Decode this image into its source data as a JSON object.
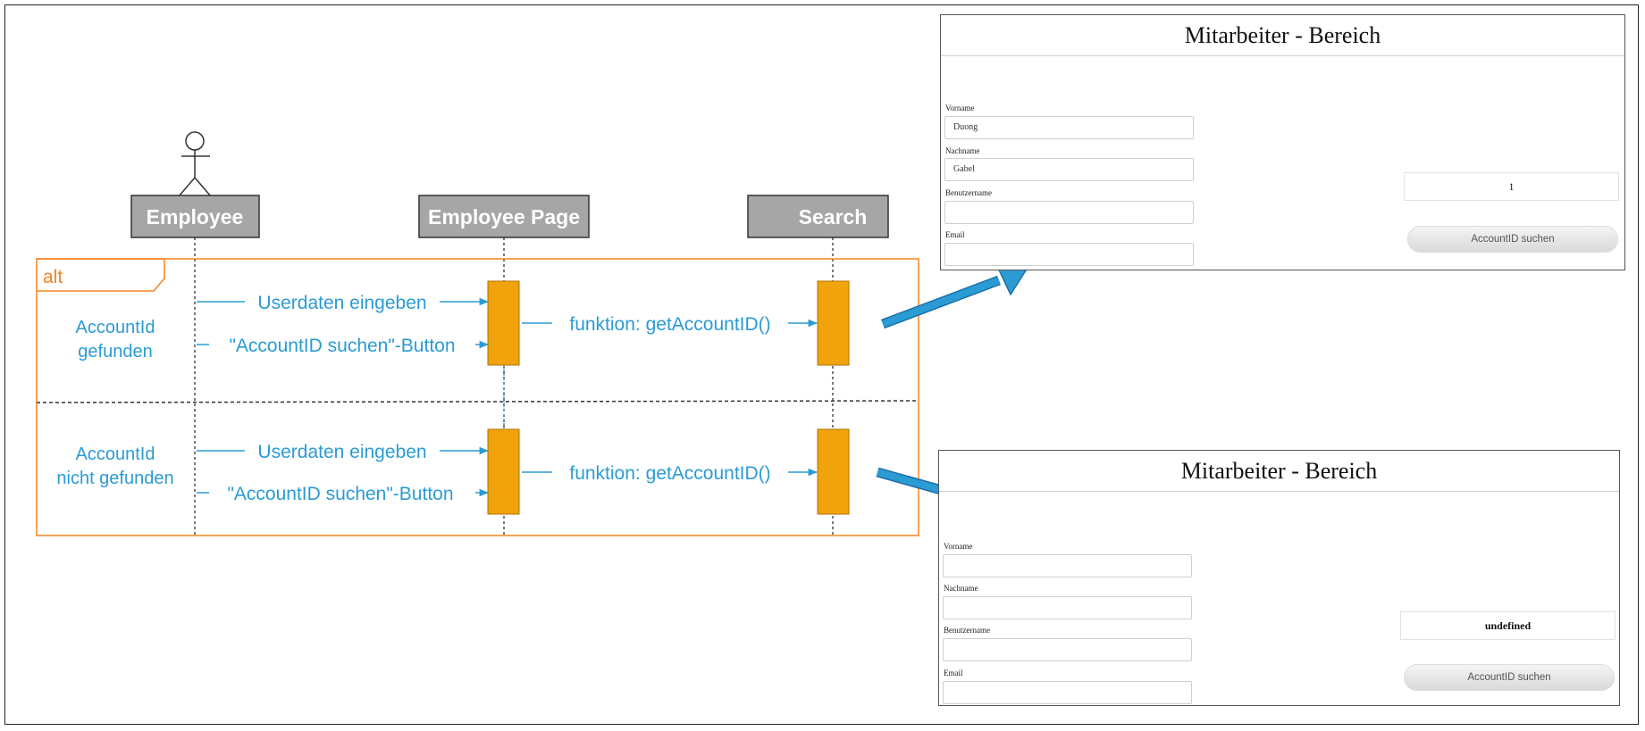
{
  "lifelines": [
    {
      "label": "Employee"
    },
    {
      "label": "Employee Page"
    },
    {
      "label": "Search"
    }
  ],
  "fragment": {
    "operator": "alt",
    "operands": [
      {
        "condition": [
          "AccountId",
          "gefunden"
        ],
        "messages": [
          {
            "text": "Userdaten eingeben"
          },
          {
            "text": "\"AccountID suchen\"-Button"
          },
          {
            "text": "funktion: getAccountID()"
          }
        ]
      },
      {
        "condition": [
          "AccountId",
          "nicht gefunden"
        ],
        "messages": [
          {
            "text": "Userdaten eingeben"
          },
          {
            "text": "\"AccountID suchen\"-Button"
          },
          {
            "text": "funktion: getAccountID()"
          }
        ]
      }
    ]
  },
  "panels": [
    {
      "title": "Mitarbeiter - Bereich",
      "fields": [
        {
          "label": "Vorname",
          "value": "Duong"
        },
        {
          "label": "Nachname",
          "value": "Gabel"
        },
        {
          "label": "Benutzername",
          "value": ""
        },
        {
          "label": "Email",
          "value": ""
        }
      ],
      "result": "1",
      "button": "AccountID suchen"
    },
    {
      "title": "Mitarbeiter - Bereich",
      "fields": [
        {
          "label": "Vorname",
          "value": ""
        },
        {
          "label": "Nachname",
          "value": ""
        },
        {
          "label": "Benutzername",
          "value": ""
        },
        {
          "label": "Email",
          "value": ""
        }
      ],
      "result": "undefined",
      "button": "AccountID suchen"
    }
  ],
  "colors": {
    "message": "#2b9bd4",
    "fragment": "#f5831f",
    "activation": "#f0a30a",
    "activation_border": "#b07000",
    "lifeline_head": "#a6a6a6",
    "big_arrow": "#2b9bd4"
  }
}
